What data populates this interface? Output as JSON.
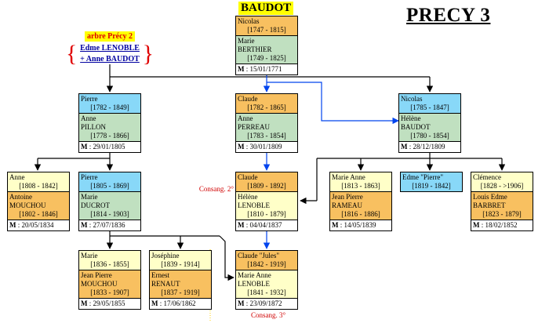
{
  "header": {
    "page_title": "PRECY 3",
    "family_label": "BAUDOT"
  },
  "reference": {
    "tag": "arbre Précy 2",
    "line1": "Edme LENOBLE",
    "line2": "+ Anne BAUDOT"
  },
  "notes": {
    "consang2": "Consang. 2°",
    "consang3": "Consang. 3°"
  },
  "colors": {
    "orange": "#f8c060",
    "blue": "#88d8f8",
    "green": "#c0e0c0",
    "yellow": "#ffffc8",
    "wire_black": "#000000",
    "wire_blue": "#0044ee"
  },
  "couples": {
    "nicolas_marie": {
      "husband_first": "Nicolas",
      "husband_dates": "[1747 - 1815]",
      "wife_first": "Marie",
      "wife_last": "BERTHIER",
      "wife_dates": "[1749 - 1825]",
      "marriage_label": "M",
      "marriage_date": ": 15/01/1771"
    },
    "pierre_anne": {
      "husband_first": "Pierre",
      "husband_dates": "[1782 - 1849]",
      "wife_first": "Anne",
      "wife_last": "PILLON",
      "wife_dates": "[1778 - 1866]",
      "marriage_label": "M",
      "marriage_date": ": 29/01/1805"
    },
    "claude_anne": {
      "husband_first": "Claude",
      "husband_dates": "[1782 - 1865]",
      "wife_first": "Anne",
      "wife_last": "PERREAU",
      "wife_dates": "[1783 - 1854]",
      "marriage_label": "M",
      "marriage_date": ": 30/01/1809"
    },
    "nicolas_helene": {
      "husband_first": "Nicolas",
      "husband_dates": "[1785 - 1847]",
      "wife_first": "Hélène",
      "wife_last": "BAUDOT",
      "wife_dates": "[1780 - 1854]",
      "marriage_label": "M",
      "marriage_date": ": 28/12/1809"
    },
    "anne_antoine": {
      "wife_first": "Anne",
      "wife_dates": "[1808 - 1842]",
      "husband_first": "Antoine",
      "husband_last": "MOUCHOU",
      "husband_dates": "[1802 - 1846]",
      "marriage_label": "M",
      "marriage_date": ": 20/05/1834"
    },
    "pierre_marie": {
      "husband_first": "Pierre",
      "husband_dates": "[1805 - 1869]",
      "wife_first": "Marie",
      "wife_last": "DUCROT",
      "wife_dates": "[1814 - 1903]",
      "marriage_label": "M",
      "marriage_date": ": 27/07/1836"
    },
    "claude_helene": {
      "husband_first": "Claude",
      "husband_dates": "[1809 - 1892]",
      "wife_first": "Hélène",
      "wife_last": "LENOBLE",
      "wife_dates": "[1810 - 1879]",
      "marriage_label": "M",
      "marriage_date": ": 04/04/1837"
    },
    "marieanne_jeanpierre": {
      "wife_first": "Marie Anne",
      "wife_dates": "[1813 - 1863]",
      "husband_first": "Jean Pierre",
      "husband_last": "RAMEAU",
      "husband_dates": "[1816 - 1886]",
      "marriage_label": "M",
      "marriage_date": ": 14/05/1839"
    },
    "edme_pierre": {
      "first": "Edme \"Pierre\"",
      "dates": "[1819 - 1842]"
    },
    "clemence_louis": {
      "wife_first": "Clémence",
      "wife_dates": "[1828 - >1906]",
      "husband_first": "Louis Edme",
      "husband_last": "BARBRET",
      "husband_dates": "[1823 - 1879]",
      "marriage_label": "M",
      "marriage_date": ": 18/02/1852"
    },
    "marie_jeanpierre": {
      "wife_first": "Marie",
      "wife_dates": "[1836 - 1855]",
      "husband_first": "Jean Pierre",
      "husband_last": "MOUCHOU",
      "husband_dates": "[1833 - 1907]",
      "marriage_label": "M",
      "marriage_date": ": 29/05/1855"
    },
    "josephine_ernest": {
      "wife_first": "Joséphine",
      "wife_dates": "[1839 - 1914]",
      "husband_first": "Ernest",
      "husband_last": "RENAUT",
      "husband_dates": "[1837 - 1919]",
      "marriage_label": "M",
      "marriage_date": ": 17/06/1862"
    },
    "claudejules_marieanne": {
      "husband_first": "Claude \"Jules\"",
      "husband_dates": "[1842 - 1919]",
      "wife_first": "Marie Anne",
      "wife_last": "LENOBLE",
      "wife_dates": "[1841 - 1932]",
      "marriage_label": "M",
      "marriage_date": ": 23/09/1872"
    }
  }
}
